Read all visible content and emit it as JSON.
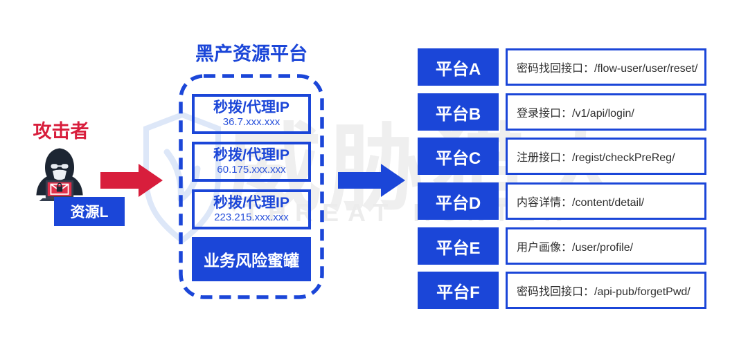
{
  "attacker": {
    "title": "攻击者",
    "resource": "资源L"
  },
  "hub": {
    "title": "黑产资源平台",
    "nodes": [
      {
        "label": "秒拨/代理IP",
        "ip": "36.7.xxx.xxx"
      },
      {
        "label": "秒拨/代理IP",
        "ip": "60.175.xxx.xxx"
      },
      {
        "label": "秒拨/代理IP",
        "ip": "223.215.xxx.xxx"
      }
    ],
    "honeypot": "业务风险蜜罐"
  },
  "platforms": [
    {
      "name": "平台A",
      "endpoint": "密码找回接口：/flow-user/user/reset/"
    },
    {
      "name": "平台B",
      "endpoint": "登录接口：/v1/api/login/"
    },
    {
      "name": "平台C",
      "endpoint": "注册接口：/regist/checkPreReg/"
    },
    {
      "name": "平台D",
      "endpoint": "内容详情：/content/detail/"
    },
    {
      "name": "平台E",
      "endpoint": "用户画像：/user/profile/"
    },
    {
      "name": "平台F",
      "endpoint": "密码找回接口：/api-pub/forgetPwd/"
    }
  ],
  "watermark": {
    "cn": "威胁猎人",
    "en": "THREAT HUNTER"
  },
  "colors": {
    "primary_blue": "#1b46d8",
    "accent_red": "#d81e3c",
    "endpoint_text": "#2f2f2f",
    "watermark_gray": "#efefef",
    "watermark_shield_blue": "#dde7f8"
  }
}
